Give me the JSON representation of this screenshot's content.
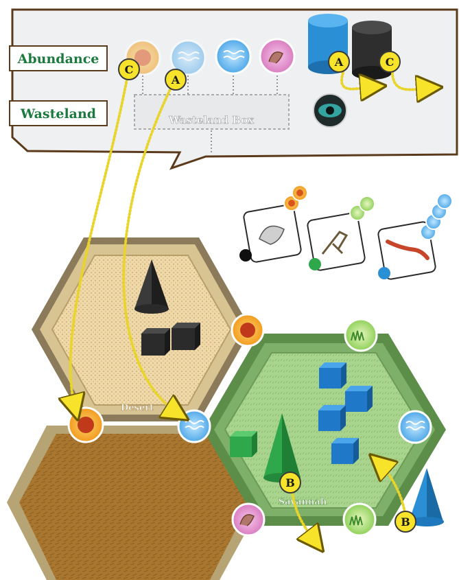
{
  "panel": {
    "abundance_label": "Abundance",
    "wasteland_label": "Wasteland",
    "wasteland_box_label": "Wasteland Box"
  },
  "markers": {
    "a": "A",
    "b": "B",
    "c": "C"
  },
  "terrain": {
    "desert": "Desert",
    "savannah": "Savannah"
  },
  "elements": {
    "sun": "sun-icon",
    "water": "water-icon",
    "grass": "grass-icon",
    "grub": "grub-icon"
  },
  "colors": {
    "marker_yellow": "#f6e32a",
    "arrow_yellow": "#e8d42a",
    "desert_fill": "#f0d9a8",
    "savannah_fill": "#a9d48e",
    "savannah_border": "#5c8e4a",
    "brown_fill": "#a8762f",
    "blue_player": "#2b8fd6",
    "black_player": "#2e2e2e",
    "green_player": "#2ea84a"
  }
}
